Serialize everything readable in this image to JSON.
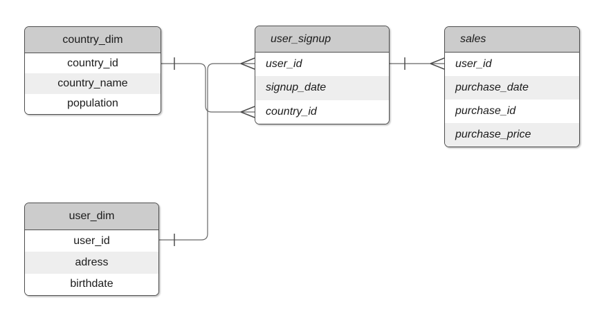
{
  "diagram": {
    "kind": "entity-relationship-diagram",
    "colors": {
      "canvas_bg": "#ffffff",
      "header_fill": "#cccccc",
      "row_fill": "#ffffff",
      "row_alt_fill": "#eeeeee",
      "border": "#4d4d4d",
      "line": "#666666",
      "text": "#1a1a1a"
    },
    "tables": [
      {
        "id": "country_dim",
        "title": "country_dim",
        "text_style": "plain",
        "rows": [
          "country_id",
          "country_name",
          "population"
        ]
      },
      {
        "id": "user_signup",
        "title": "user_signup",
        "text_style": "italic",
        "rows": [
          "user_id",
          "signup_date",
          "country_id"
        ]
      },
      {
        "id": "sales",
        "title": "sales",
        "text_style": "italic",
        "rows": [
          "user_id",
          "purchase_date",
          "purchase_id",
          "purchase_price"
        ]
      },
      {
        "id": "user_dim",
        "title": "user_dim",
        "text_style": "plain",
        "rows": [
          "user_id",
          "adress",
          "birthdate"
        ]
      }
    ],
    "relationships": [
      {
        "from": "country_dim.country_id",
        "to": "user_signup.country_id",
        "from_cardinality": "one",
        "to_cardinality": "many"
      },
      {
        "from": "user_dim.user_id",
        "to": "user_signup.user_id",
        "from_cardinality": "one",
        "to_cardinality": "many"
      },
      {
        "from": "user_signup.user_id",
        "to": "sales.user_id",
        "from_cardinality": "one",
        "to_cardinality": "many"
      }
    ]
  }
}
